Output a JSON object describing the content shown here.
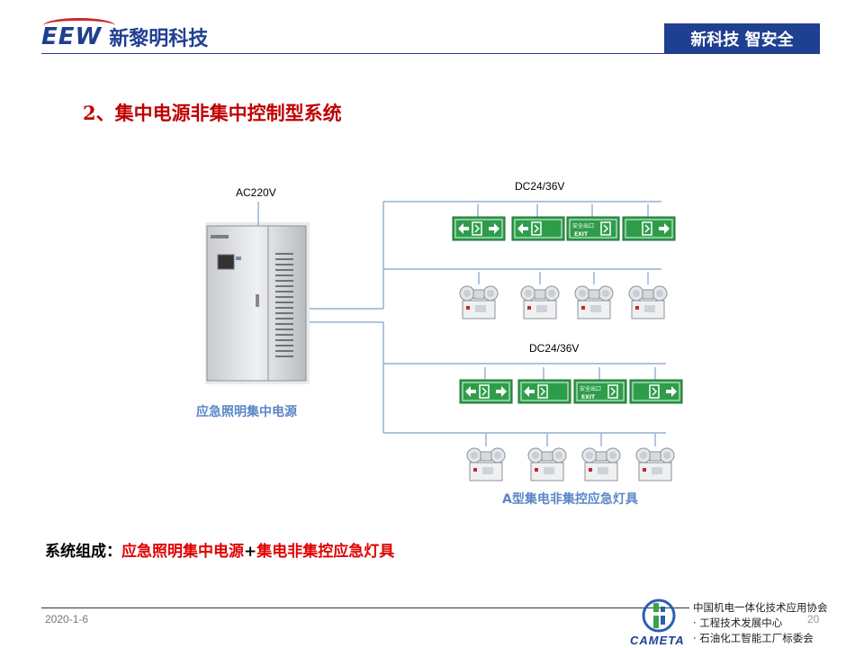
{
  "header": {
    "logo_mark": "EEW",
    "logo_text": "新黎明科技",
    "slogan": "新科技  智安全"
  },
  "title": "2、集中电源非集中控制型系统",
  "diagram": {
    "ac_label": "AC220V",
    "dc_label_1": "DC24/36V",
    "dc_label_2": "DC24/36V",
    "cabinet_label": "应急照明集中电源",
    "lamps_label": "A型集电非集控应急灯具",
    "sign_text": "安全出口",
    "sign_exit": "EXIT"
  },
  "composition": {
    "key": "系统组成：",
    "part1": "应急照明集中电源",
    "plus": "+",
    "part2": "集电非集控应急灯具"
  },
  "footer": {
    "date": "2020-1-6",
    "page": "20",
    "org_line1": "中国机电一体化技术应用协会",
    "org_line2": "· 工程技术发展中心",
    "org_line3": "· 石油化工智能工厂标委会",
    "org_logo": "CAMETA"
  }
}
